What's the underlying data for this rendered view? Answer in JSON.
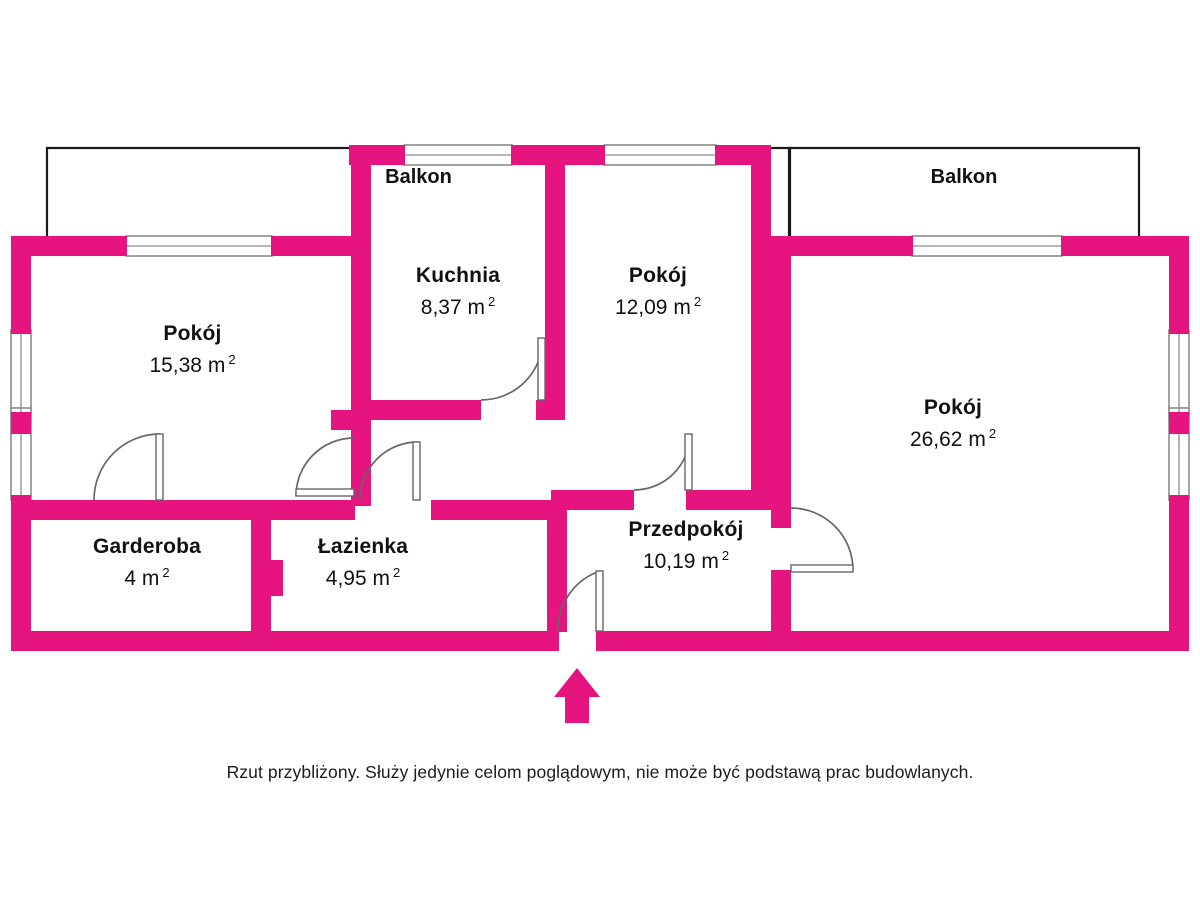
{
  "plan": {
    "colors": {
      "wall": "#E5147F",
      "outline": "#1a1a1a",
      "window_frame": "#8c8c8c",
      "door_swing": "#666666",
      "background": "#ffffff",
      "text": "#111111"
    },
    "balconies": [
      {
        "id": "balcony-left",
        "label": "Balkon"
      },
      {
        "id": "balcony-right",
        "label": "Balkon"
      }
    ],
    "rooms": [
      {
        "id": "room-pokoj-left",
        "name": "Pokój",
        "area": "15,38 m",
        "unit_sup": "2"
      },
      {
        "id": "room-kuchnia",
        "name": "Kuchnia",
        "area": "8,37 m",
        "unit_sup": "2"
      },
      {
        "id": "room-pokoj-center",
        "name": "Pokój",
        "area": "12,09 m",
        "unit_sup": "2"
      },
      {
        "id": "room-pokoj-right",
        "name": "Pokój",
        "area": "26,62 m",
        "unit_sup": "2"
      },
      {
        "id": "room-garderoba",
        "name": "Garderoba",
        "area": "4 m",
        "unit_sup": "2"
      },
      {
        "id": "room-lazienka",
        "name": "Łazienka",
        "area": "4,95 m",
        "unit_sup": "2"
      },
      {
        "id": "room-przedpokoj",
        "name": "Przedpokój",
        "area": "10,19 m",
        "unit_sup": "2"
      }
    ],
    "entrance": {
      "marker": "entrance-arrow",
      "direction": "up"
    },
    "footnote": "Rzut przybliżony. Służy jedynie celom poglądowym, nie może być podstawą prac budowlanych."
  }
}
